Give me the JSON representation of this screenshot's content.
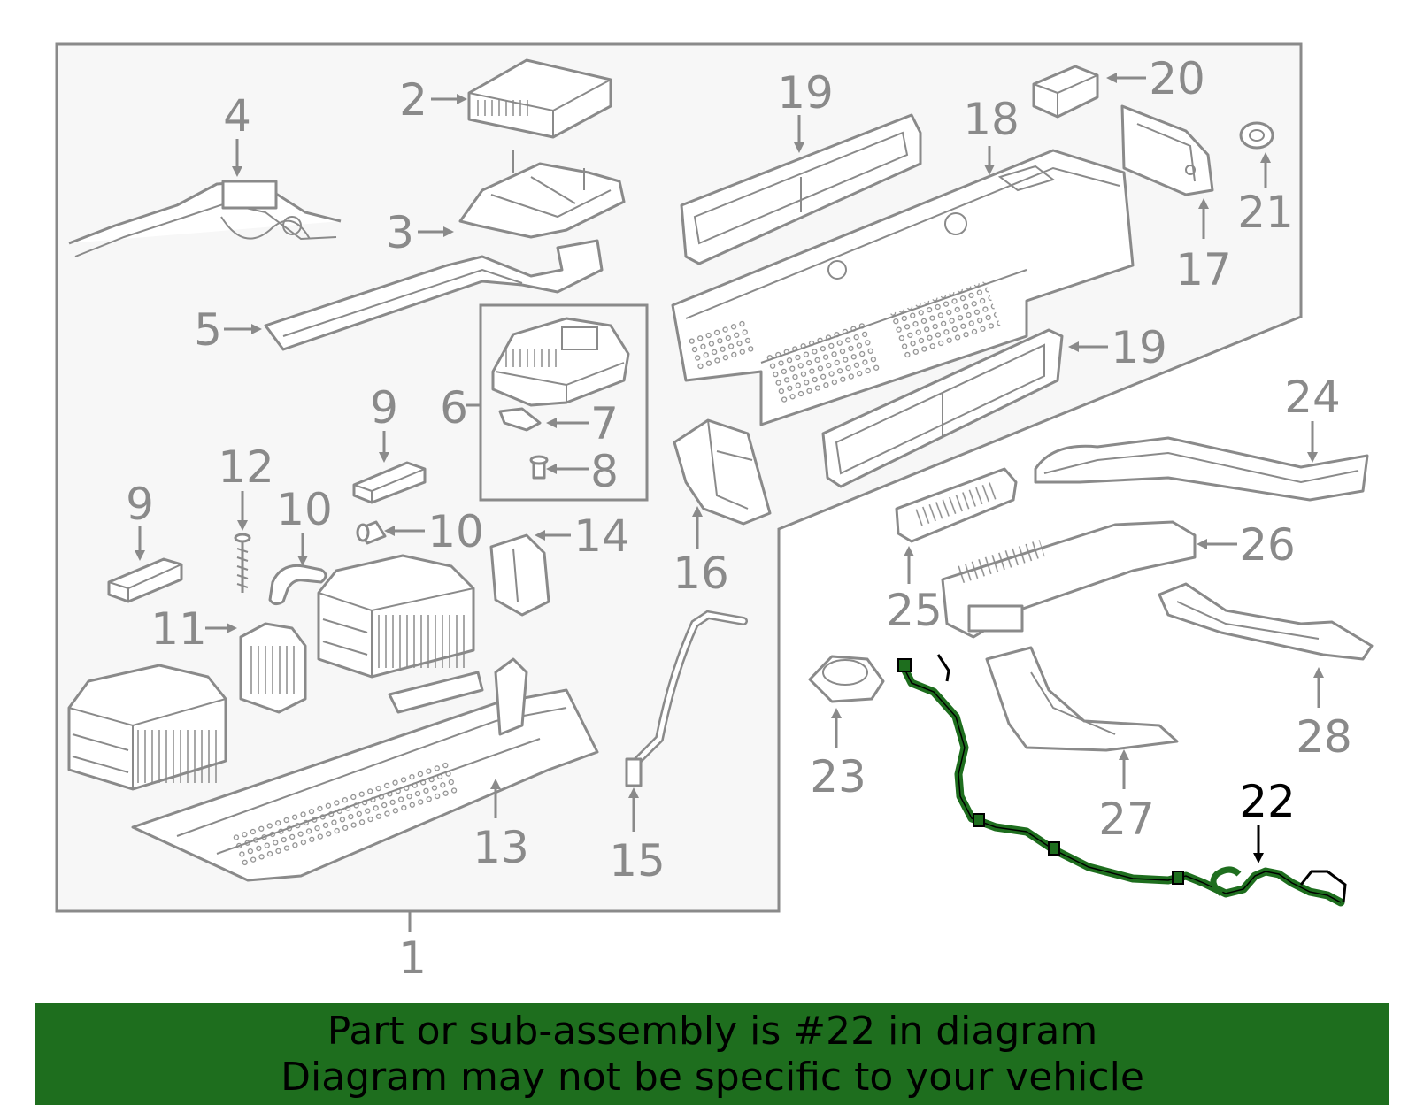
{
  "callouts": [
    "1",
    "2",
    "3",
    "4",
    "5",
    "6",
    "7",
    "8",
    "9",
    "9",
    "10",
    "10",
    "11",
    "12",
    "13",
    "14",
    "15",
    "16",
    "17",
    "18",
    "19",
    "19",
    "20",
    "21",
    "22",
    "23",
    "24",
    "25",
    "26",
    "27",
    "28"
  ],
  "highlighted_part": "22",
  "colors": {
    "line_gray": "#8a8a8a",
    "panel_fill": "#f7f7f7",
    "highlight_green": "#1e6e1e",
    "banner_green": "#1e6e1e",
    "text_black": "#000000"
  },
  "banner": {
    "line1": "Part or sub-assembly is #22 in diagram",
    "line2": "Diagram may not be specific to your vehicle"
  }
}
